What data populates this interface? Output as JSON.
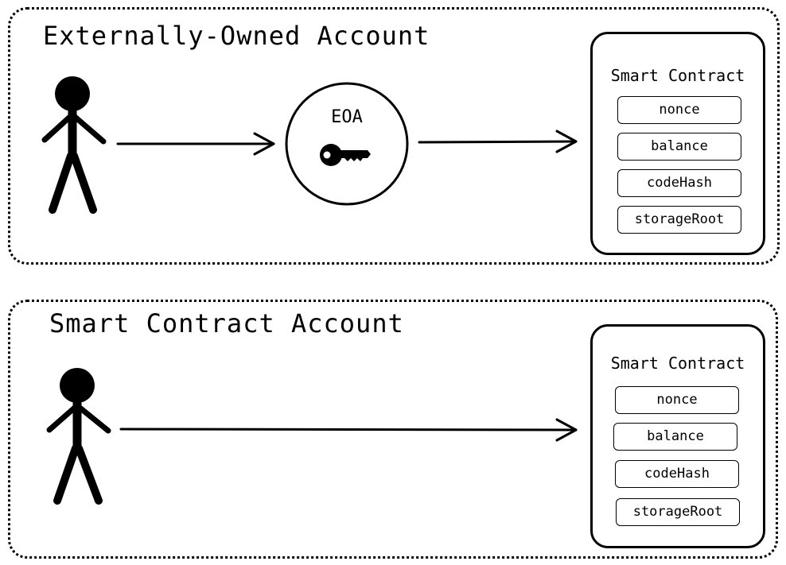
{
  "eoa_section": {
    "title": "Externally-Owned Account",
    "eoa_label": "EOA",
    "contract": {
      "title": "Smart Contract",
      "fields": [
        "nonce",
        "balance",
        "codeHash",
        "storageRoot"
      ]
    }
  },
  "sca_section": {
    "title": "Smart Contract Account",
    "contract": {
      "title": "Smart Contract",
      "fields": [
        "nonce",
        "balance",
        "codeHash",
        "storageRoot"
      ]
    }
  },
  "icons": [
    "person-icon",
    "key-icon",
    "arrow-icon"
  ]
}
